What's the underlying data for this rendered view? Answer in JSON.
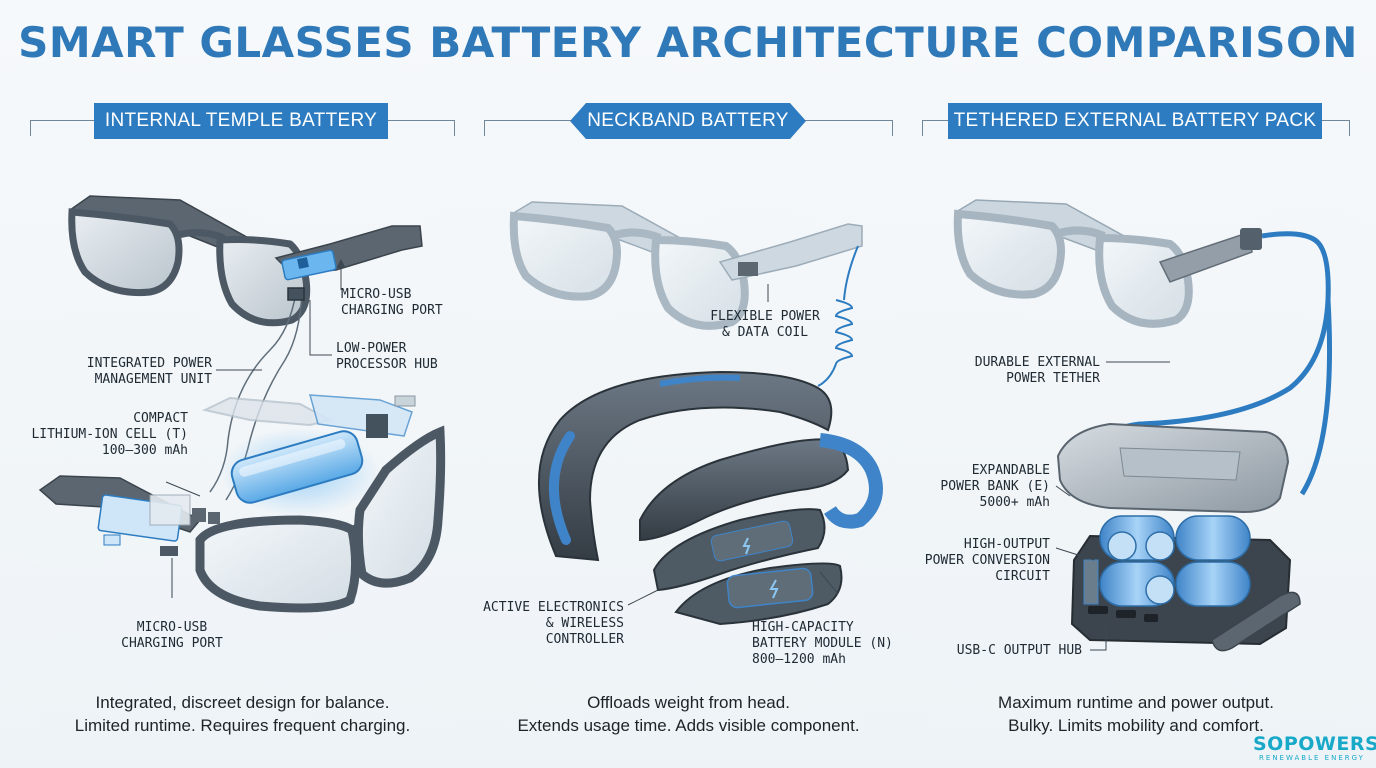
{
  "title": "SMART GLASSES BATTERY ARCHITECTURE COMPARISON",
  "columns": [
    {
      "header": "INTERNAL TEMPLE BATTERY",
      "callouts": {
        "micro_usb_top": "MICRO-USB\nCHARGING PORT",
        "low_power": "LOW-POWER\nPROCESSOR HUB",
        "pmu": "INTEGRATED POWER\nMANAGEMENT UNIT",
        "cell": "COMPACT\nLITHIUM-ION CELL (T)\n100–300 mAh",
        "micro_usb_bottom": "MICRO-USB\nCHARGING PORT"
      },
      "summary": [
        "Integrated, discreet design for balance.",
        "Limited runtime. Requires frequent charging."
      ]
    },
    {
      "header": "NECKBAND BATTERY",
      "callouts": {
        "coil": "FLEXIBLE POWER\n& DATA COIL",
        "electronics": "ACTIVE ELECTRONICS\n& WIRELESS\nCONTROLLER",
        "battery": "HIGH-CAPACITY\nBATTERY MODULE (N)\n800–1200 mAh"
      },
      "summary": [
        "Offloads weight from head.",
        "Extends usage time. Adds visible component."
      ]
    },
    {
      "header": "TETHERED EXTERNAL BATTERY PACK",
      "callouts": {
        "tether": "DURABLE EXTERNAL\nPOWER TETHER",
        "bank": "EXPANDABLE\nPOWER BANK (E)\n5000+ mAh",
        "circuit": "HIGH-OUTPUT\nPOWER CONVERSION\nCIRCUIT",
        "usbc": "USB-C OUTPUT HUB"
      },
      "summary": [
        "Maximum runtime and power output.",
        "Bulky. Limits mobility and comfort."
      ]
    }
  ],
  "logo": {
    "name": "SOPOWERS",
    "tagline": "RENEWABLE ENERGY"
  },
  "colors": {
    "accent": "#2d7cc1",
    "title": "#2f79b8",
    "frame": "#4c5864",
    "glow": "#4aa3ea",
    "logo": "#18a9c9"
  }
}
